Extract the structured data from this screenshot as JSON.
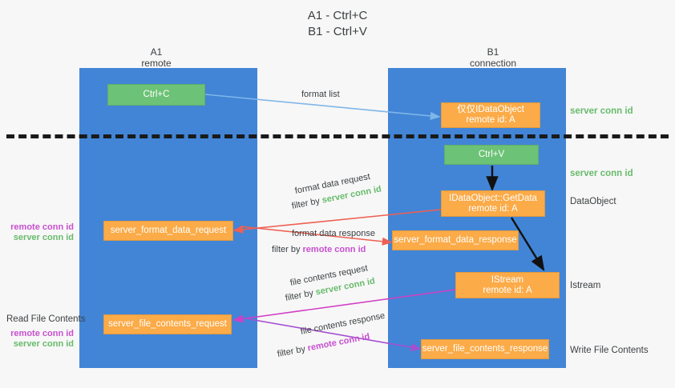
{
  "title": {
    "line1": "A1 - Ctrl+C",
    "line2": "B1 - Ctrl+V"
  },
  "columns": [
    {
      "name": "A1",
      "role": "remote"
    },
    {
      "name": "B1",
      "role": "connection"
    }
  ],
  "nodes": {
    "ctrl_c": {
      "label": "Ctrl+C",
      "color": "#6cc276"
    },
    "idataobject": {
      "line1": "仅仅IDataObject",
      "line2": "remote id: A",
      "color": "#fbab48"
    },
    "ctrl_v": {
      "label": "Ctrl+V",
      "color": "#6cc276"
    },
    "getdata": {
      "line1": "IDataObject::GetData",
      "line2": "remote id: A",
      "color": "#fbab48"
    },
    "server_format_data_request": {
      "label": "server_format_data_request",
      "color": "#fbab48"
    },
    "server_format_data_response": {
      "label": "server_format_data_response",
      "color": "#fbab48"
    },
    "istream": {
      "line1": "IStream",
      "line2": "remote id: A",
      "color": "#fbab48"
    },
    "server_file_contents_request": {
      "label": "server_file_contents_request",
      "color": "#fbab48"
    },
    "server_file_contents_response": {
      "label": "server_file_contents_response",
      "color": "#fbab48"
    }
  },
  "edges": {
    "format_list": "format list",
    "format_data_request": "format data request",
    "format_data_request_filter_prefix": "filter by ",
    "format_data_request_filter_value": "server conn id",
    "format_data_response": "format data response",
    "format_data_response_filter_prefix": "filter by ",
    "format_data_response_filter_value": "remote conn id",
    "file_contents_request": "file contents request",
    "file_contents_request_filter_prefix": "filter by ",
    "file_contents_request_filter_value": "server conn id",
    "file_contents_response": "file contents response",
    "file_contents_response_filter_prefix": "filter by ",
    "file_contents_response_filter_value": "remote conn id"
  },
  "right_labels": {
    "server_conn_id_top": "server conn id",
    "server_conn_id_mid": "server conn id",
    "dataobject": "DataObject",
    "istream": "Istream",
    "write_file_contents": "Write File Contents"
  },
  "left_labels": {
    "remote_conn_id_1": "remote conn id",
    "server_conn_id_1": "server conn id",
    "read_file_contents": "Read File Contents",
    "remote_conn_id_2": "remote conn id",
    "server_conn_id_2": "server conn id"
  },
  "colors": {
    "lane": "#4285d6",
    "green_node": "#6cc276",
    "orange_node": "#fbab48",
    "green_text": "#68bb6c",
    "purple_text": "#c84fd0",
    "blue_arrow": "#7fb6e8",
    "red_arrow": "#ef5f52",
    "magenta_arrow": "#d13fc4",
    "purple_arrow": "#a44fd0",
    "dark_arrow": "#111111",
    "background": "#f7f7f7"
  }
}
